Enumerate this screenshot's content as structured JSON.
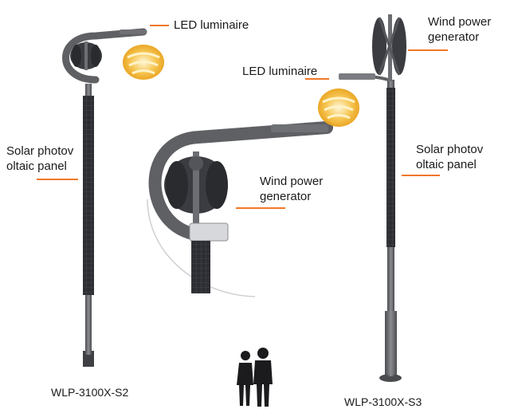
{
  "labels": {
    "led_left": "LED luminaire",
    "led_right": "LED luminaire",
    "wind_right_line1": "Wind power",
    "wind_right_line2": "generator",
    "wind_mid_line1": "Wind power",
    "wind_mid_line2": "generator",
    "solar_left_line1": "Solar photov",
    "solar_left_line2": "oltaic panel",
    "solar_right_line1": "Solar photov",
    "solar_right_line2": "oltaic panel"
  },
  "models": {
    "left": "WLP-3100X-S2",
    "right": "WLP-3100X-S3"
  },
  "colors": {
    "arrow": "#f07828",
    "pole": "#5f6064",
    "panel": "#2d2e33",
    "light_glow": "#f6c34a"
  },
  "icons": {
    "turbine": "vertical-axis-wind-turbine-icon",
    "lamp": "led-lamp-head-icon",
    "people": "people-silhouette-icon"
  }
}
